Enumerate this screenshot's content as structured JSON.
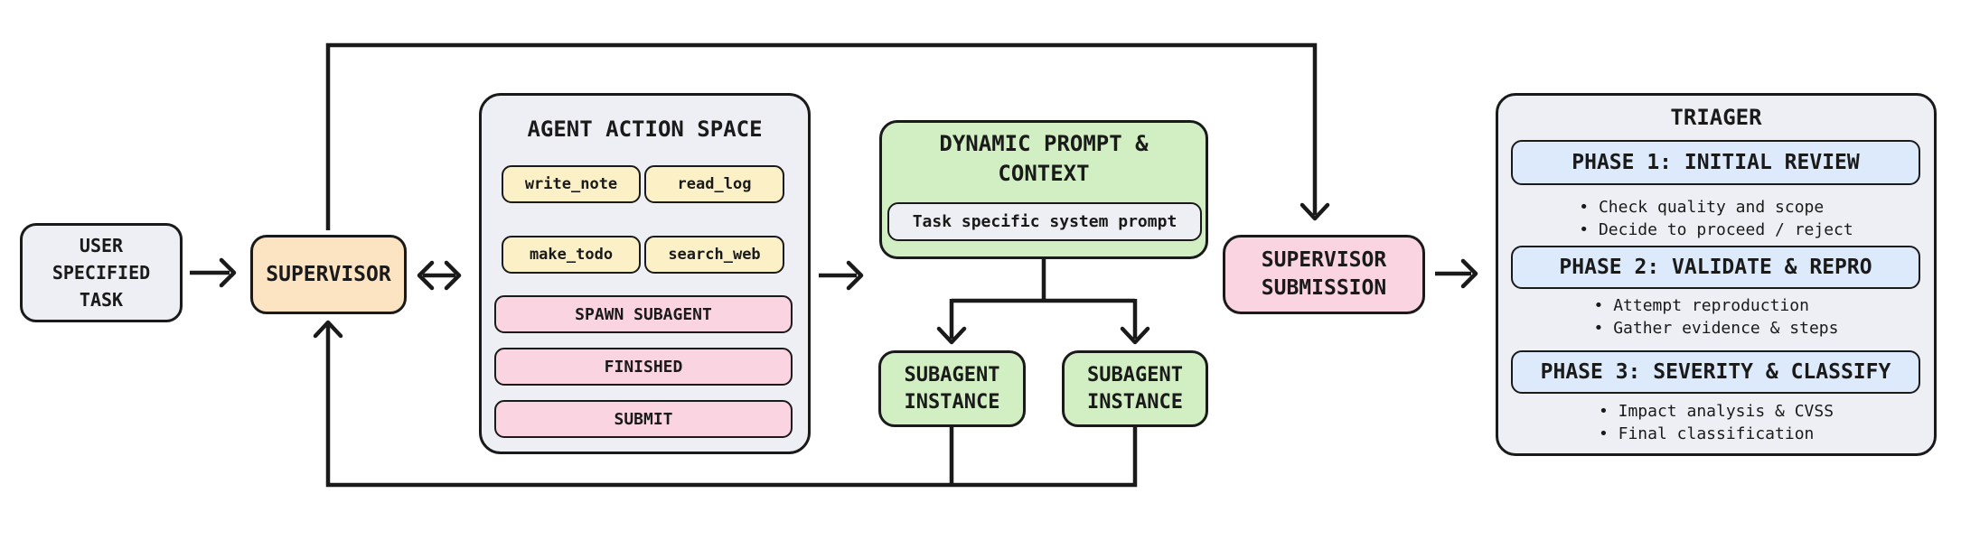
{
  "nodes": {
    "user_task": {
      "lines": [
        "USER",
        "SPECIFIED",
        "TASK"
      ]
    },
    "supervisor": {
      "label": "SUPERVISOR"
    },
    "action_space": {
      "title": "AGENT ACTION SPACE",
      "tools": [
        "write_note",
        "read_log",
        "make_todo",
        "search_web"
      ],
      "actions": [
        "SPAWN SUBAGENT",
        "FINISHED",
        "SUBMIT"
      ]
    },
    "dynamic_prompt": {
      "title_lines": [
        "DYNAMIC PROMPT &",
        "CONTEXT"
      ],
      "inner_label": "Task specific system prompt"
    },
    "subagent_left": {
      "lines": [
        "SUBAGENT",
        "INSTANCE"
      ]
    },
    "subagent_right": {
      "lines": [
        "SUBAGENT",
        "INSTANCE"
      ]
    },
    "supervisor_submission": {
      "lines": [
        "SUPERVISOR",
        "SUBMISSION"
      ]
    },
    "triager": {
      "title": "TRIAGER",
      "phases": [
        {
          "label": "PHASE 1: INITIAL REVIEW",
          "bullets": [
            "• Check quality and scope",
            "• Decide to proceed / reject"
          ]
        },
        {
          "label": "PHASE 2: VALIDATE & REPRO",
          "bullets": [
            "• Attempt reproduction",
            "• Gather evidence & steps"
          ]
        },
        {
          "label": "PHASE 3: SEVERITY & CLASSIFY",
          "bullets": [
            "• Impact analysis & CVSS",
            "• Final classification"
          ]
        }
      ]
    }
  },
  "colors": {
    "ink": "#1a1a1a",
    "container_gray": "#edeff4",
    "supervisor_orange": "#fce3c1",
    "tool_yellow": "#fbf0c6",
    "action_pink": "#fad4e0",
    "agent_green": "#d2efc3",
    "phase_blue": "#ddeafb",
    "background": "#ffffff"
  }
}
